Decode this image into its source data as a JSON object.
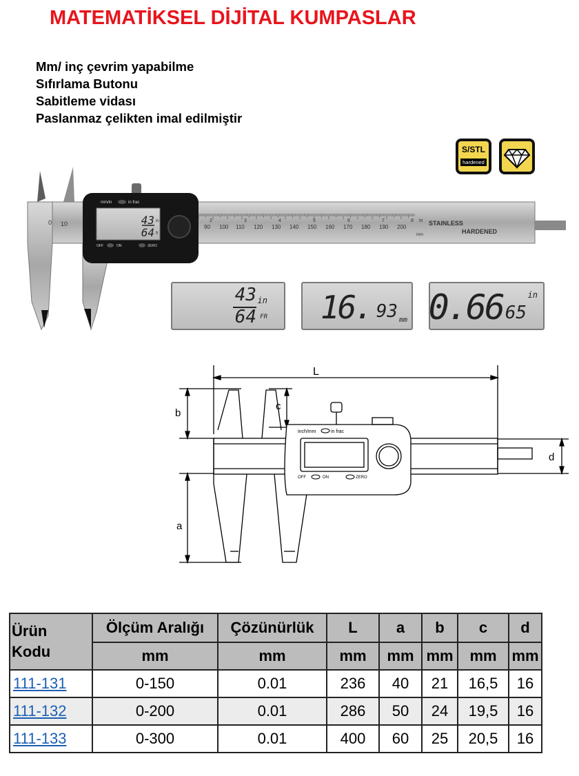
{
  "title": "MATEMATİKSEL DİJİTAL KUMPASLAR",
  "features": [
    "Mm/ inç çevrim yapabilme",
    "Sıfırlama Butonu",
    "Sabitleme vidası",
    "Paslanmaz çelikten imal edilmiştir"
  ],
  "badges": {
    "sstl_label": "S/STL",
    "sstl_sub": "hardened",
    "diamond_icon": "diamond-icon",
    "color": "#f2d64f"
  },
  "photo": {
    "display_mode_label": "mm/in",
    "display_frac_label": "in frac",
    "display_off": "OFF",
    "display_on": "ON",
    "display_zero": "ZERO",
    "screen_top": "43",
    "screen_bottom": "64",
    "screen_unit": "in",
    "screen_frac": "fr",
    "scale_inch_ticks": [
      "2",
      "3",
      "4",
      "5",
      "6",
      "7",
      "8"
    ],
    "scale_mm_ticks": [
      "90",
      "100",
      "110",
      "120",
      "130",
      "140",
      "150",
      "160",
      "170",
      "180",
      "190",
      "200"
    ],
    "jaw_ticks": [
      "0",
      "10"
    ],
    "beam_in_label": "in",
    "beam_mm_label": "mm",
    "stainless": "STAINLESS",
    "hardened": "HARDENED"
  },
  "displays": [
    {
      "top": "43",
      "bottom": "64",
      "unit_top": "in",
      "unit_bottom": "FR"
    },
    {
      "big": "16.",
      "small": "93",
      "unit": "mm"
    },
    {
      "big": "0.66",
      "small": "65",
      "unit": "in"
    }
  ],
  "diagram": {
    "labels": {
      "L": "L",
      "a": "a",
      "b": "b",
      "c": "c",
      "d": "d"
    },
    "head_mode": "inch/mm",
    "head_frac": "in frac",
    "off": "OFF",
    "on": "ON",
    "zero": "ZERO"
  },
  "table": {
    "code_header": [
      "Ürün",
      "Kodu"
    ],
    "headers": [
      "Ölçüm Aralığı",
      "Çözünürlük",
      "L",
      "a",
      "b",
      "c",
      "d"
    ],
    "units": [
      "mm",
      "mm",
      "mm",
      "mm",
      "mm",
      "mm",
      "mm"
    ],
    "rows": [
      {
        "code": "111-131",
        "range": "0-150",
        "res": "0.01",
        "L": "236",
        "a": "40",
        "b": "21",
        "c": "16,5",
        "d": "16"
      },
      {
        "code": "111-132",
        "range": "0-200",
        "res": "0.01",
        "L": "286",
        "a": "50",
        "b": "24",
        "c": "19,5",
        "d": "16"
      },
      {
        "code": "111-133",
        "range": "0-300",
        "res": "0.01",
        "L": "400",
        "a": "60",
        "b": "25",
        "c": "20,5",
        "d": "16"
      }
    ]
  },
  "colors": {
    "title": "#e8141c",
    "link": "#1a5fb4",
    "header_bg": "#bcbcbc"
  }
}
